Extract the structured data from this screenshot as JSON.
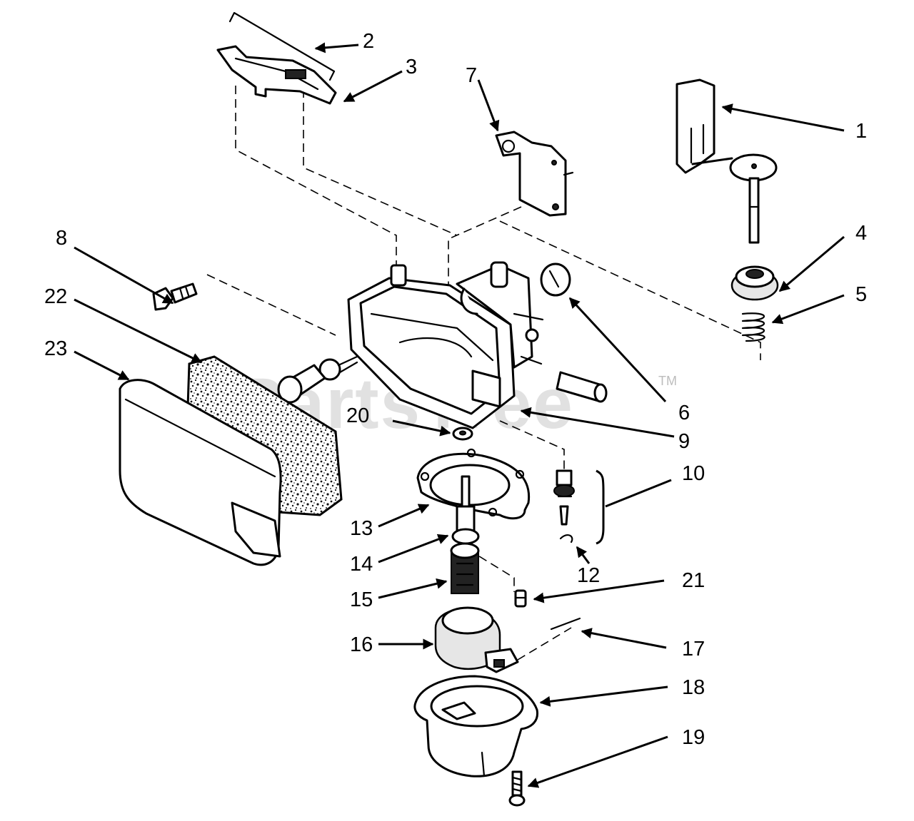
{
  "watermark": {
    "brand": "PartsTree",
    "trademark": "TM"
  },
  "callouts": [
    "1",
    "2",
    "3",
    "4",
    "5",
    "6",
    "7",
    "8",
    "9",
    "10",
    "12",
    "13",
    "14",
    "15",
    "16",
    "17",
    "18",
    "19",
    "20",
    "21",
    "22",
    "23"
  ]
}
